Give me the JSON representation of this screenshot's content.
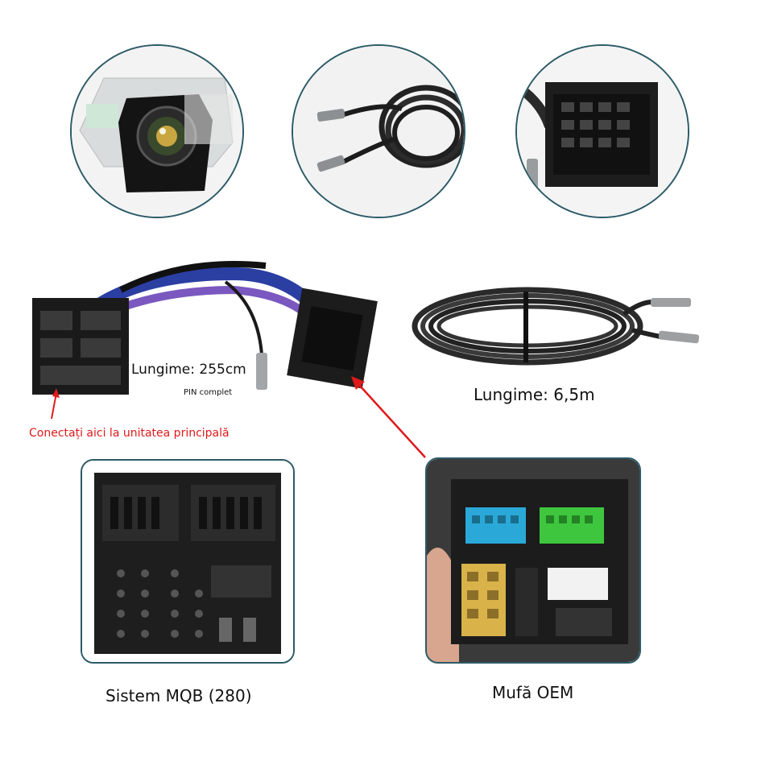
{
  "labels": {
    "harness_length": "Lungime: 255cm",
    "pin_note": "PIN complet",
    "cable_length": "Lungime: 6,5m",
    "connect_note": "Conectați aici la unitatea principală",
    "mqb_caption": "Sistem MQB (280)",
    "oem_caption": "Mufă OEM"
  },
  "colors": {
    "accent_ring": "#2b5a66",
    "annotation_red": "#e0191b",
    "connector_black": "#1c1c1c",
    "pin_blue": "#2aa9d8",
    "pin_green": "#3ec63e",
    "pin_yellow": "#d9b24a",
    "pin_white": "#f2f2f2"
  },
  "images": {
    "camera": "rear-camera-photo",
    "extension_cable": "extension-cable-photo",
    "quadlock_connector": "quadlock-connector-photo",
    "wiring_harness": "wiring-harness-photo",
    "coiled_cable": "coiled-cable-photo",
    "mqb_connector": "mqb-connector-closeup",
    "oem_connector": "oem-connector-closeup"
  }
}
